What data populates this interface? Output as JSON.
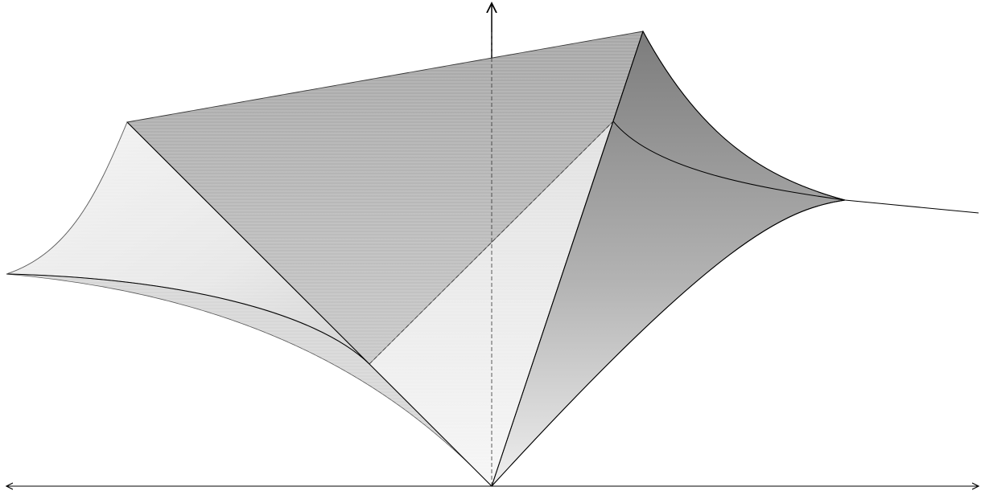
{
  "figure": {
    "kind": "3d-surface-diagram",
    "style": "grayscale shaded surface with axes",
    "labels": []
  },
  "colors": {
    "background": "#ffffff",
    "ink": "#000000",
    "left_face_light": "#f2f2f2",
    "left_face_dark": "#d0d0d0",
    "top_face_light": "#c7c7c7",
    "top_face_dark": "#a3a3a3",
    "right_face_light": "#f1f1f1",
    "right_face_dark": "#7d7d7d",
    "front_face_light": "#f3f3f3",
    "front_face_dark": "#d8d8d8"
  },
  "elements": {
    "axes": [
      "horizontal-axis",
      "vertical-axis",
      "depth-axis"
    ],
    "surfaces": [
      "left-flap",
      "top-plane",
      "front-face",
      "right-flap"
    ],
    "edges": [
      "ridge-left",
      "ridge-right",
      "curved-boundary-left",
      "curved-boundary-right"
    ]
  }
}
